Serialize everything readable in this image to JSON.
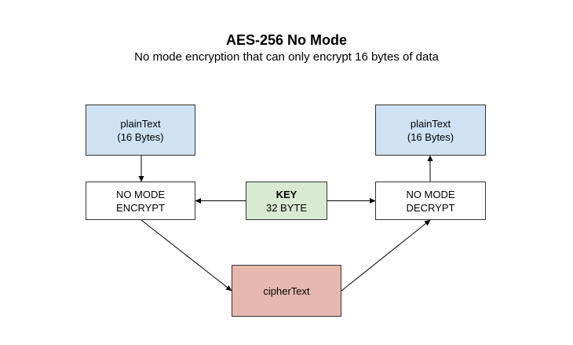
{
  "title": "AES-256 No Mode",
  "subtitle": "No mode encryption that can only encrypt 16 bytes of data",
  "nodes": {
    "plaintext_left": {
      "line1": "plainText",
      "line2": "(16 Bytes)"
    },
    "encrypt": {
      "line1": "NO MODE",
      "line2": "ENCRYPT"
    },
    "key": {
      "line1": "KEY",
      "line2": "32 BYTE"
    },
    "decrypt": {
      "line1": "NO MODE",
      "line2": "DECRYPT"
    },
    "plaintext_right": {
      "line1": "plainText",
      "line2": "(16 Bytes)"
    },
    "ciphertext": {
      "line1": "cipherText"
    }
  },
  "colors": {
    "plaintext_fill": "#cfe2f3",
    "key_fill": "#d9ead3",
    "ciphertext_fill": "#e6b8af",
    "process_fill": "#ffffff",
    "stroke": "#333333"
  }
}
